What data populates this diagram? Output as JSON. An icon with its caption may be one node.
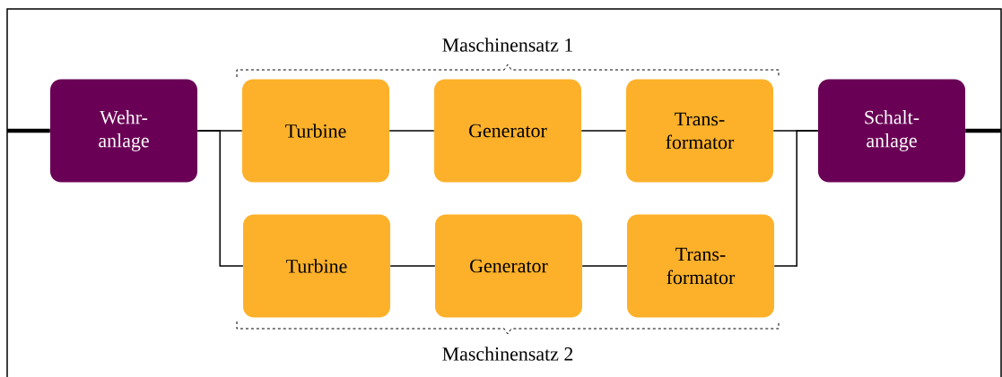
{
  "diagram": {
    "nodes": [
      {
        "text": [
          "Wehr- anlage"
        ]
      },
      {
        "text": [
          "Turbine"
        ]
      },
      {
        "text": [
          "Generator"
        ]
      },
      {
        "text": [
          "Trans- formator"
        ]
      },
      {
        "text": [
          "Turbine"
        ]
      },
      {
        "text": [
          "Generator"
        ]
      },
      {
        "text": [
          "Trans- formator"
        ]
      },
      {
        "text": [
          "Schalt- anlage"
        ]
      }
    ],
    "edges": [
      {
        "from": null,
        "to": 0,
        "arrow": "none",
        "style": "thick"
      },
      {
        "from": 0,
        "to": 1,
        "arrow": "none"
      },
      {
        "from": 0,
        "to": 4,
        "arrow": "none"
      },
      {
        "from": 1,
        "to": 2,
        "arrow": "none"
      },
      {
        "from": 2,
        "to": 3,
        "arrow": "none"
      },
      {
        "from": 4,
        "to": 5,
        "arrow": "none"
      },
      {
        "from": 5,
        "to": 6,
        "arrow": "none"
      },
      {
        "from": 3,
        "to": 7,
        "arrow": "none"
      },
      {
        "from": 6,
        "to": 7,
        "arrow": "none"
      },
      {
        "from": 7,
        "to": null,
        "arrow": "none",
        "style": "thick"
      }
    ],
    "labels": [
      "Maschinensatz 1",
      "Maschinensatz 2"
    ]
  }
}
